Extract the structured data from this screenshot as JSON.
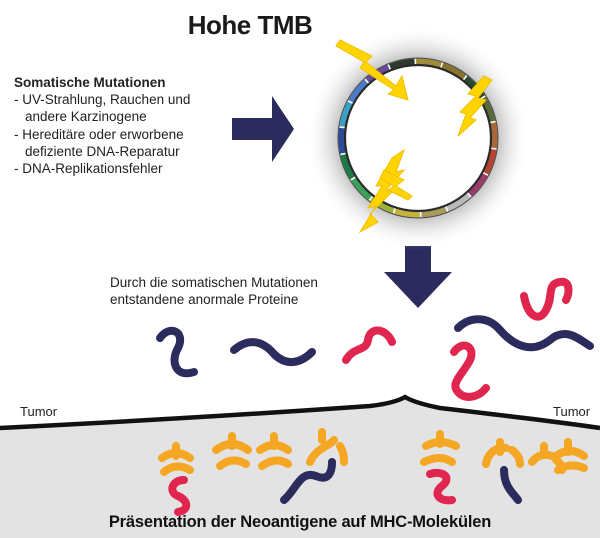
{
  "title": "Hohe TMB",
  "mutations": {
    "heading": "Somatische Mutationen",
    "items": [
      "- UV-Strahlung, Rauchen und",
      "andere Karzinogene",
      "- Hereditäre oder erworbene",
      "defiziente DNA-Reparatur",
      "- DNA-Replikationsfehler"
    ]
  },
  "proteins_caption": [
    "Durch die somatischen Mutationen",
    "entstandene anormale Proteine"
  ],
  "tumor_left": "Tumor",
  "tumor_right": "Tumor",
  "footer": "Präsentation der Neoantigene auf MHC-Molekülen",
  "colors": {
    "navy": "#2b2b5e",
    "crimson": "#e0264f",
    "orange": "#f5a623",
    "lightning": "#ffd400",
    "membrane": "#e3e3e3",
    "genome_segments": [
      "#2e3b2c",
      "#a08b3a",
      "#87722e",
      "#2a4b2f",
      "#566b3c",
      "#a8683a",
      "#b5432f",
      "#9a3b6a",
      "#b8b8b8",
      "#a99a5a",
      "#c7b33b",
      "#9cb33a",
      "#3aa05a",
      "#1f7a4a",
      "#2a4a9a",
      "#39a0c8",
      "#4e79c4",
      "#6a4a9a"
    ]
  }
}
